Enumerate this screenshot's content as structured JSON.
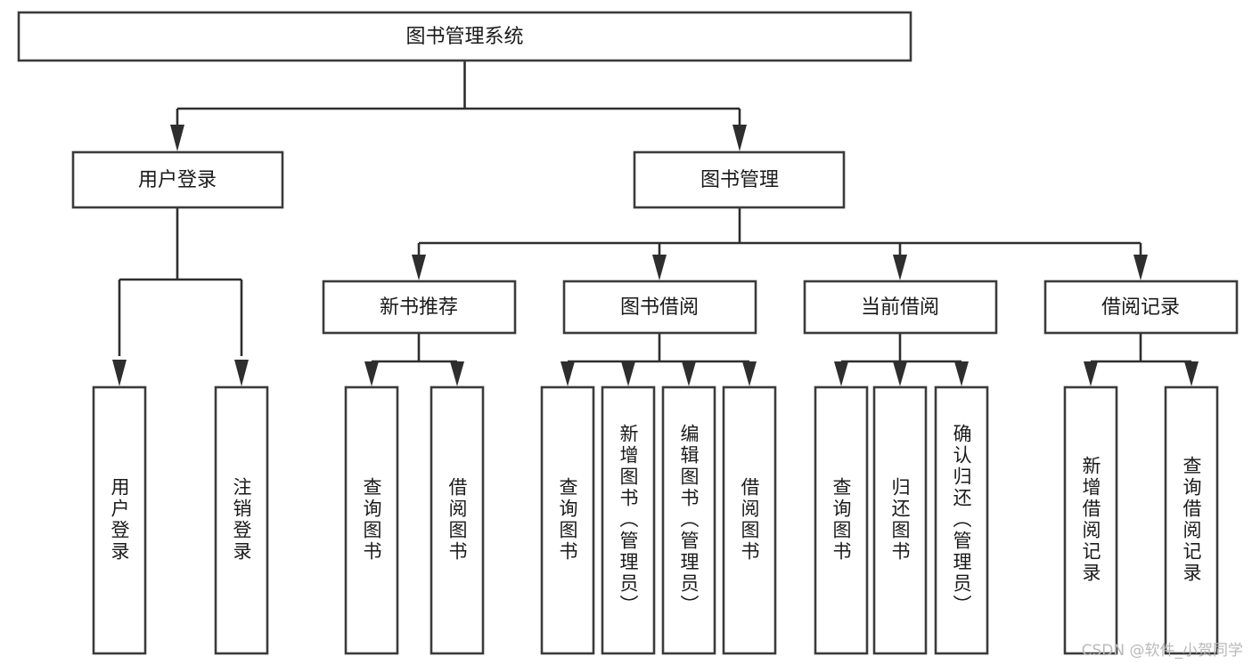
{
  "diagram": {
    "type": "tree",
    "title": "图书管理系统",
    "watermark": "CSDN @软件_小贺同学",
    "colors": {
      "background": "#ffffff",
      "box_stroke": "#3b3b3b",
      "connector": "#2e2e2e",
      "text": "#1a1a1a",
      "watermark": "#b9b9b9"
    },
    "levels": {
      "root": "图书管理系统",
      "level2": [
        "用户登录",
        "图书管理"
      ],
      "level3": [
        "新书推荐",
        "图书借阅",
        "当前借阅",
        "借阅记录"
      ],
      "leaves": [
        "用户登录",
        "注销登录",
        "查询图书",
        "借阅图书",
        "查询图书",
        "新增图书（管理员）",
        "编辑图书（管理员）",
        "借阅图书",
        "查询图书",
        "归还图书",
        "确认归还（管理员）",
        "新增借阅记录",
        "查询借阅记录"
      ]
    },
    "nodes": {
      "root": {
        "label": "图书管理系统"
      },
      "user_login": {
        "label": "用户登录"
      },
      "book_manage": {
        "label": "图书管理"
      },
      "new_book_rec": {
        "label": "新书推荐"
      },
      "book_borrow": {
        "label": "图书借阅"
      },
      "current_borrow": {
        "label": "当前借阅"
      },
      "borrow_record": {
        "label": "借阅记录"
      },
      "leaf_user_login": {
        "label": "用户登录"
      },
      "leaf_logout": {
        "label": "注销登录"
      },
      "leaf_query_book_1": {
        "label": "查询图书"
      },
      "leaf_borrow_book_1": {
        "label": "借阅图书"
      },
      "leaf_query_book_2": {
        "label": "查询图书"
      },
      "leaf_add_book": {
        "label": "新增图书（管理员）"
      },
      "leaf_edit_book": {
        "label": "编辑图书（管理员）"
      },
      "leaf_borrow_book_2": {
        "label": "借阅图书"
      },
      "leaf_query_book_3": {
        "label": "查询图书"
      },
      "leaf_return_book": {
        "label": "归还图书"
      },
      "leaf_confirm_return": {
        "label": "确认归还（管理员）"
      },
      "leaf_add_record": {
        "label": "新增借阅记录"
      },
      "leaf_query_record": {
        "label": "查询借阅记录"
      }
    },
    "edges": [
      {
        "from": "root",
        "to": "user_login"
      },
      {
        "from": "root",
        "to": "book_manage"
      },
      {
        "from": "user_login",
        "to": "leaf_user_login"
      },
      {
        "from": "user_login",
        "to": "leaf_logout"
      },
      {
        "from": "book_manage",
        "to": "new_book_rec"
      },
      {
        "from": "book_manage",
        "to": "book_borrow"
      },
      {
        "from": "book_manage",
        "to": "current_borrow"
      },
      {
        "from": "book_manage",
        "to": "borrow_record"
      },
      {
        "from": "new_book_rec",
        "to": "leaf_query_book_1"
      },
      {
        "from": "new_book_rec",
        "to": "leaf_borrow_book_1"
      },
      {
        "from": "book_borrow",
        "to": "leaf_query_book_2"
      },
      {
        "from": "book_borrow",
        "to": "leaf_add_book"
      },
      {
        "from": "book_borrow",
        "to": "leaf_edit_book"
      },
      {
        "from": "book_borrow",
        "to": "leaf_borrow_book_2"
      },
      {
        "from": "current_borrow",
        "to": "leaf_query_book_3"
      },
      {
        "from": "current_borrow",
        "to": "leaf_return_book"
      },
      {
        "from": "current_borrow",
        "to": "leaf_confirm_return"
      },
      {
        "from": "borrow_record",
        "to": "leaf_add_record"
      },
      {
        "from": "borrow_record",
        "to": "leaf_query_record"
      }
    ]
  }
}
